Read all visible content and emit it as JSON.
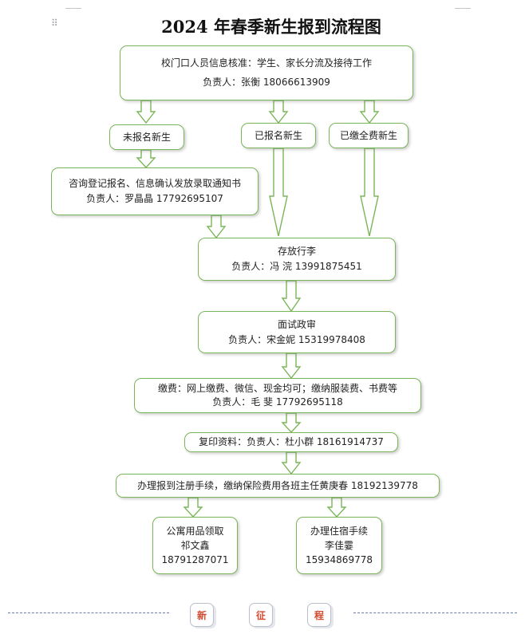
{
  "title": "2024 年春季新生报到流程图",
  "steps": {
    "gate_check": {
      "line1": "校门口人员信息核准：学生、家长分流及接待工作",
      "line2": "负责人：张衡  18066613909"
    },
    "unregistered": {
      "label": "未报名新生"
    },
    "registered": {
      "label": "已报名新生"
    },
    "fully_paid": {
      "label": "已缴全费新生"
    },
    "consult": {
      "line1": "咨询登记报名、信息确认发放录取通知书",
      "line2": "负责人：罗晶晶 17792695107"
    },
    "luggage": {
      "line1": "存放行李",
      "line2": "负责人：冯  浣 13991875451"
    },
    "interview": {
      "line1": "面试政审",
      "line2": "负责人：宋金妮 15319978408"
    },
    "payment": {
      "line1": "缴费：网上缴费、微信、现金均可；缴纳服装费、书费等",
      "line2": "负责人：毛  斐  17792695118"
    },
    "copy": {
      "line1": "复印资料：负责人：杜小群  18161914737"
    },
    "registration": {
      "line1": "办理报到注册手续，缴纳保险费用各班主任黄庚春  18192139778"
    },
    "supplies": {
      "line1": "公寓用品领取",
      "line2": "祁文鑫",
      "line3": "18791287071"
    },
    "dorm": {
      "line1": "办理住宿手续",
      "line2": "李佳霎",
      "line3": "15934869778"
    }
  },
  "footer": {
    "badges": [
      "新",
      "征",
      "程"
    ]
  },
  "colors": {
    "box_border": "#7ab659",
    "footer_text": "#d34a2f",
    "dash": "#6b7fa6"
  }
}
